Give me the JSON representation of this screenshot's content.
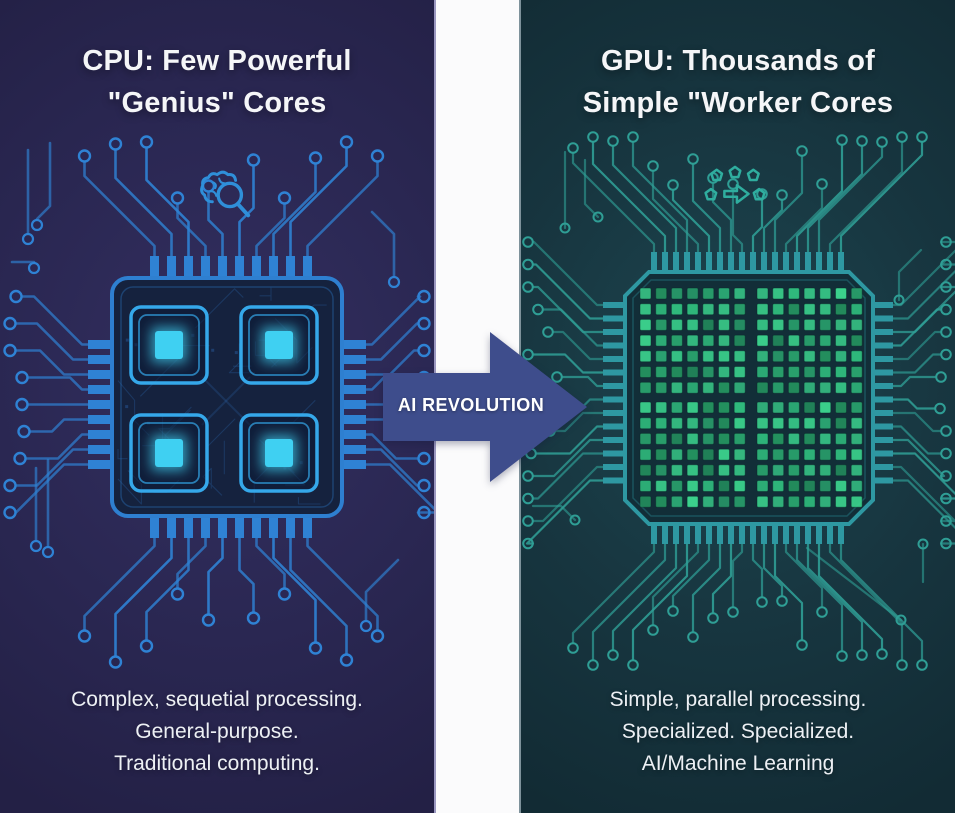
{
  "left": {
    "title_line1": "CPU: Few Powerful",
    "title_line2": "\"Genius\" Cores",
    "captions": [
      "Complex, sequetial processing.",
      "General-purpose.",
      "Traditional computing."
    ],
    "icon": "brain-magnifier-icon",
    "colors": {
      "background": "#2a2752",
      "trace": "#2f82d4",
      "chip_outline": "#2e7fd0",
      "chip_body": "#15223e",
      "core_outline": "#35a8ea",
      "core_fill": "#3fd0f2"
    }
  },
  "right": {
    "title_line1": "GPU: Thousands of",
    "title_line2": "Simple \"Worker Cores",
    "captions": [
      "Simple, parallel processing.",
      "Specialized. Specialized.",
      "AI/Machine Learning"
    ],
    "icon": "parallel-workers-icon",
    "colors": {
      "background": "#17353f",
      "trace": "#2f9e95",
      "chip_outline": "#2e98a2",
      "chip_body": "#122e38",
      "core_palette": [
        "#3bd18c",
        "#2fb97c",
        "#29a06c",
        "#36c184",
        "#24925f"
      ]
    }
  },
  "arrow": {
    "label": "AI REVOLUTION",
    "color": "#3e4d8c",
    "text_color": "#ffffff"
  },
  "divider_color": "#fbfbfc"
}
